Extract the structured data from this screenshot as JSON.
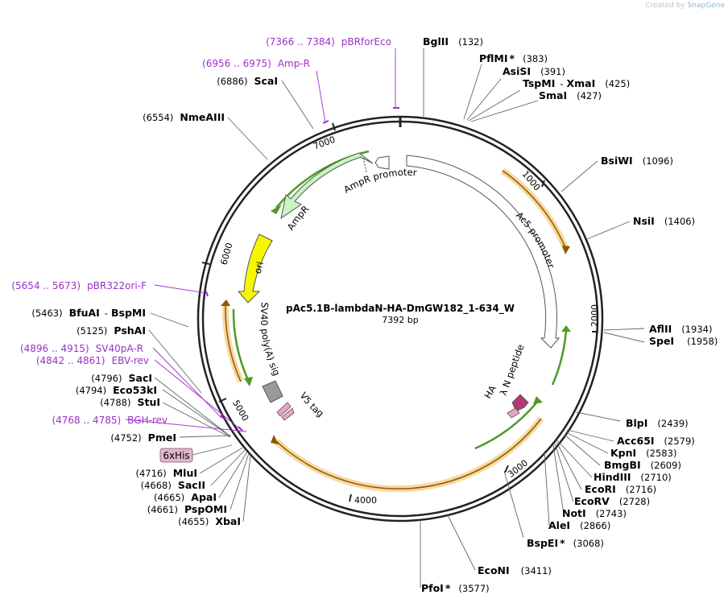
{
  "watermark": {
    "prefix": "Created by",
    "brand": "SnapGene"
  },
  "plasmid": {
    "name": "pAc5.1B-lambdaN-HA-DmGW182_1-634_W",
    "size_label": "7392 bp",
    "total_bp": 7392
  },
  "ticks": [
    "1000",
    "2000",
    "3000",
    "4000",
    "5000",
    "6000",
    "7000"
  ],
  "colors": {
    "primer": "#9b30c8",
    "orf": "#f4a91f",
    "green_orf": "#6ab23c",
    "ampr": "#c8f5c0",
    "ori": "#f6f600",
    "sv40": "#9a9a9a",
    "v5": "#e7a6c8",
    "ha": "#b03a75",
    "his_tag": "#e3b6cc",
    "backbone": "#222222"
  },
  "enzymes": [
    {
      "name": "BglII",
      "pos": "(132)"
    },
    {
      "name": "PflMI",
      "star": "*",
      "pos": "(383)"
    },
    {
      "name": "AsiSI",
      "pos": "(391)"
    },
    {
      "name": "TspMI",
      "sep": "-",
      "name2": "XmaI",
      "pos": "(425)"
    },
    {
      "name": "SmaI",
      "pos": "(427)"
    },
    {
      "name": "BsiWI",
      "pos": "(1096)"
    },
    {
      "name": "NsiI",
      "pos": "(1406)"
    },
    {
      "name": "AflII",
      "pos": "(1934)"
    },
    {
      "name": "SpeI",
      "pos": "(1958)"
    },
    {
      "name": "BlpI",
      "pos": "(2439)"
    },
    {
      "name": "Acc65I",
      "pos": "(2579)"
    },
    {
      "name": "KpnI",
      "pos": "(2583)"
    },
    {
      "name": "BmgBI",
      "pos": "(2609)"
    },
    {
      "name": "HindIII",
      "pos": "(2710)"
    },
    {
      "name": "EcoRI",
      "pos": "(2716)"
    },
    {
      "name": "EcoRV",
      "pos": "(2728)"
    },
    {
      "name": "NotI",
      "pos": "(2743)"
    },
    {
      "name": "AleI",
      "pos": "(2866)"
    },
    {
      "name": "BspEI",
      "star": "*",
      "pos": "(3068)"
    },
    {
      "name": "EcoNI",
      "pos": "(3411)"
    },
    {
      "name": "PfoI",
      "star": "*",
      "pos": "(3577)"
    },
    {
      "name": "XbaI",
      "pos": "(4655)"
    },
    {
      "name": "PspOMI",
      "pos": "(4661)"
    },
    {
      "name": "ApaI",
      "pos": "(4665)"
    },
    {
      "name": "SacII",
      "pos": "(4668)"
    },
    {
      "name": "MluI",
      "pos": "(4716)"
    },
    {
      "name": "PmeI",
      "pos": "(4752)"
    },
    {
      "name": "StuI",
      "pos": "(4788)"
    },
    {
      "name": "Eco53kI",
      "pos": "(4794)"
    },
    {
      "name": "SacI",
      "pos": "(4796)"
    },
    {
      "name": "PshAI",
      "pos": "(5125)"
    },
    {
      "name": "BfuAI",
      "sep": "-",
      "name2": "BspMI",
      "pos": "(5463)"
    },
    {
      "name": "NmeAIII",
      "pos": "(6554)"
    },
    {
      "name": "ScaI",
      "pos": "(6886)"
    }
  ],
  "primers": [
    {
      "range": "(7366 .. 7384)",
      "name": "pBRforEco"
    },
    {
      "range": "(6956 .. 6975)",
      "name": "Amp-R"
    },
    {
      "range": "(5654 .. 5673)",
      "name": "pBR322ori-F"
    },
    {
      "range": "(4896 .. 4915)",
      "name": "SV40pA-R"
    },
    {
      "range": "(4842 .. 4861)",
      "name": "EBV-rev"
    },
    {
      "range": "(4768 .. 4785)",
      "name": "BGH-rev"
    }
  ],
  "features": {
    "ampr_promoter": "AmpR promoter",
    "ampr": "AmpR",
    "ac5_promoter": "Ac5 promoter",
    "ori": "ori",
    "sv40": "SV40 poly(A) signal",
    "v5": "V5 tag",
    "ha": "HA",
    "lambda_n": "λ N peptide",
    "his": "6xHis"
  }
}
